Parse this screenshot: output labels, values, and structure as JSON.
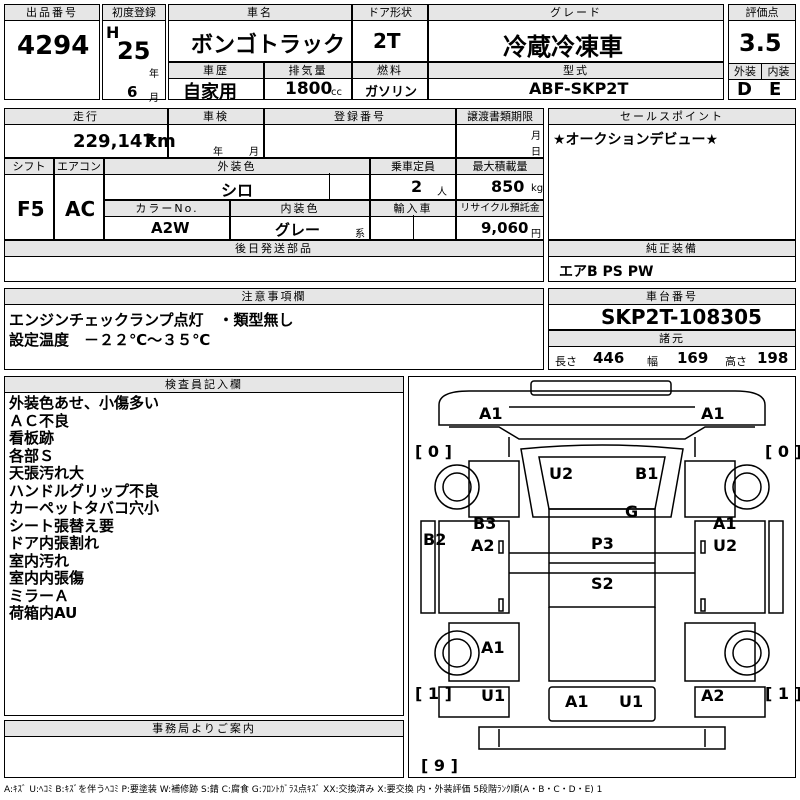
{
  "header": {
    "lot_no_label": "出品番号",
    "lot_no": "4294",
    "first_reg_label": "初度登録",
    "era": "H",
    "year": "25",
    "year_unit": "年",
    "month": "6",
    "month_unit": "月",
    "car_name_label": "車名",
    "car_name": "ボンゴトラック",
    "door_label": "ドア形状",
    "door": "2T",
    "grade_label": "グレード",
    "grade": "冷蔵冷凍車",
    "score_label": "評価点",
    "score": "3.5",
    "history_label": "車歴",
    "history": "自家用",
    "cc_label": "排気量",
    "cc": "1800",
    "cc_unit": "cc",
    "fuel_label": "燃料",
    "fuel": "ガソリン",
    "model_label": "型式",
    "model": "ABF-SKP2T",
    "ext_label": "外装",
    "ext_grade": "D",
    "int_label": "内装",
    "int_grade": "E"
  },
  "row2": {
    "mileage_label": "走行",
    "mileage": "229,147",
    "mileage_unit": "km",
    "inspection_label": "車検",
    "insp_year_unit": "年",
    "insp_month_unit": "月",
    "reg_no_label": "登録番号",
    "transfer_label": "譲渡書類期限",
    "transfer_month_unit": "月",
    "transfer_day_unit": "日",
    "shift_label": "シフト",
    "shift": "F5",
    "ac_label": "エアコン",
    "ac": "AC",
    "color_label": "外装色",
    "color": "シロ",
    "capacity_label": "乗車定員",
    "capacity": "2",
    "capacity_unit": "人",
    "max_load_label": "最大積載量",
    "max_load": "850",
    "max_load_unit": "kg",
    "color_no_label": "カラーNo.",
    "color_no": "A2W",
    "interior_color_label": "内装色",
    "interior_color": "グレー",
    "interior_color_unit": "系",
    "import_label": "輸入車",
    "recycle_label": "リサイクル預託金",
    "recycle": "9,060",
    "recycle_unit": "円",
    "later_parts_label": "後日発送部品"
  },
  "sales_point": {
    "label": "セールスポイント",
    "text": "★オークションデビュー★"
  },
  "equipment": {
    "label": "純正装備",
    "text": "エアB PS PW"
  },
  "notes": {
    "label": "注意事項欄",
    "line1": "エンジンチェックランプ点灯　・類型無し",
    "line2": "設定温度　－２２℃～３５℃"
  },
  "chassis": {
    "label": "車台番号",
    "number": "SKP2T-108305"
  },
  "dims": {
    "label": "諸元",
    "length_label": "長さ",
    "length": "446",
    "width_label": "幅",
    "width": "169",
    "height_label": "高さ",
    "height": "198"
  },
  "inspector": {
    "label": "検査員記入欄",
    "lines": [
      "外装色あせ、小傷多い",
      "ＡＣ不良",
      "看板跡",
      "各部Ｓ",
      "天張汚れ大",
      "ハンドルグリップ不良",
      "カーペットタバコ穴小",
      "シート張替え要",
      "ドア内張割れ",
      "室内汚れ",
      "室内内張傷",
      "ミラーＡ",
      "荷箱内AU"
    ]
  },
  "office": {
    "label": "事務局よりご案内"
  },
  "diagram": {
    "marks": [
      "A1",
      "A1",
      "[ 0 ]",
      "[ 0 ]",
      "U2",
      "B1",
      "G",
      "B3",
      "A1",
      "B2",
      "A2",
      "P3",
      "U2",
      "S2",
      "A1",
      "[ 1 ]",
      "U1",
      "A1",
      "U1",
      "A2",
      "[ 1 ]",
      "[ 9 ]"
    ]
  },
  "legend": "A:ｷｽﾞ U:ﾍｺﾐ B:ｷｽﾞを伴うﾍｺﾐ P:要塗装 W:補修跡 S:錆 C:腐食 G:ﾌﾛﾝﾄｶﾞﾗｽ点ｷｽﾞ XX:交換済み X:要交換 内・外装評価 5段階ﾗﾝｸ順(A・B・C・D・E) 1"
}
